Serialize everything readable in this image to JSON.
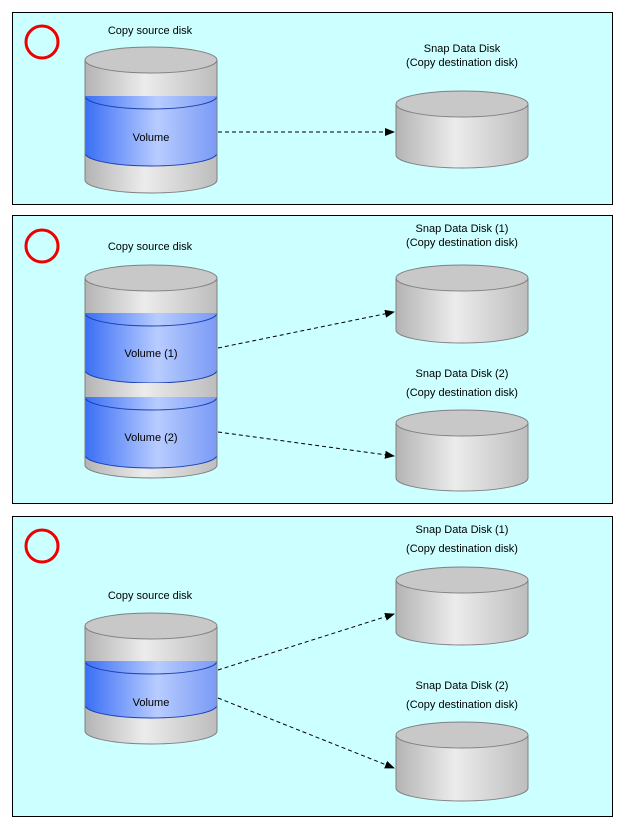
{
  "colors": {
    "panel_bg": "#ccffff",
    "panel_border": "#000000",
    "ok_mark": "#ee0000",
    "disk_gray": "#c8c8c8",
    "volume_blue_dark": "#3a6ff5",
    "volume_blue_light": "#b8ccff"
  },
  "panels": [
    {
      "source": {
        "label": "Copy source disk",
        "volumes": [
          "Volume"
        ]
      },
      "destinations": [
        {
          "title": "Snap Data Disk",
          "subtitle": "(Copy destination disk)"
        }
      ]
    },
    {
      "source": {
        "label": "Copy source disk",
        "volumes": [
          "Volume (1)",
          "Volume (2)"
        ]
      },
      "destinations": [
        {
          "title": "Snap Data Disk (1)",
          "subtitle": "(Copy destination disk)"
        },
        {
          "title": "Snap Data Disk (2)",
          "subtitle": "(Copy destination disk)"
        }
      ]
    },
    {
      "source": {
        "label": "Copy source disk",
        "volumes": [
          "Volume"
        ]
      },
      "destinations": [
        {
          "title": "Snap Data Disk (1)",
          "subtitle": "(Copy destination disk)"
        },
        {
          "title": "Snap Data Disk (2)",
          "subtitle": "(Copy destination disk)"
        }
      ]
    }
  ]
}
